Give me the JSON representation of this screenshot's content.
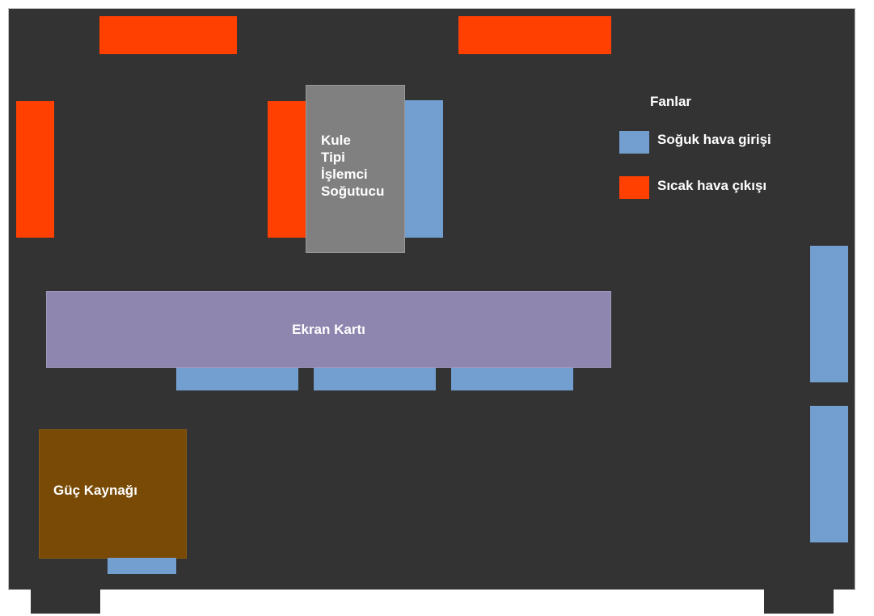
{
  "components": {
    "cpu_cooler": {
      "label_lines": [
        "Kule",
        "Tipi",
        "İşlemci",
        "Soğutucu"
      ]
    },
    "gpu": {
      "label": "Ekran Kartı"
    },
    "psu": {
      "label": "Güç Kaynağı"
    }
  },
  "legend": {
    "title": "Fanlar",
    "items": [
      {
        "label": "Soğuk hava girişi",
        "color": "#729fcf"
      },
      {
        "label": "Sıcak hava çıkışı",
        "color": "#ff4000"
      }
    ]
  },
  "colors": {
    "case": "#333333",
    "cold_fan": "#729fcf",
    "hot_fan": "#ff4000",
    "cpu_cooler": "#808080",
    "gpu": "#8e86ae",
    "psu": "#784a05"
  }
}
